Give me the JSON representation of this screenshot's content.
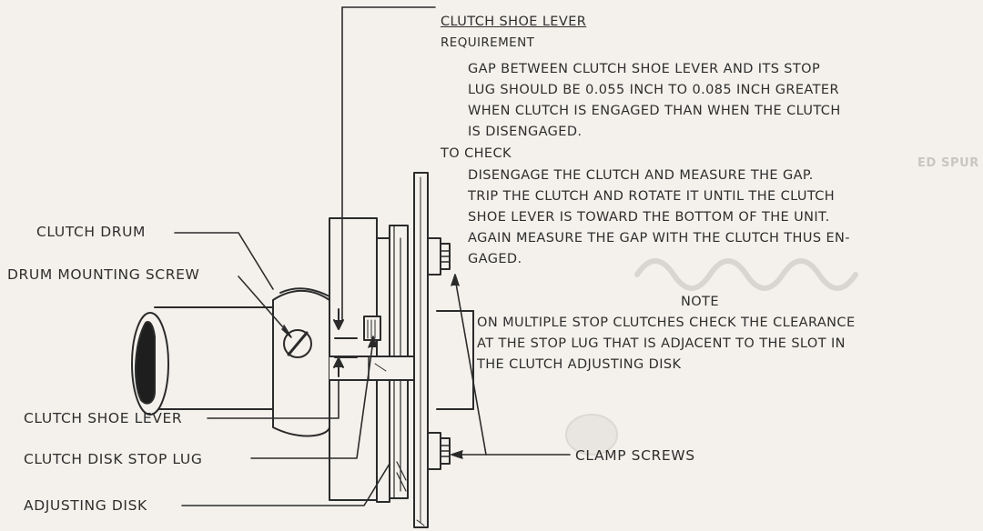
{
  "diagram": {
    "labels": {
      "clutch_drum": "CLUTCH DRUM",
      "drum_mounting_screw": "DRUM MOUNTING SCREW",
      "clutch_shoe_lever": "CLUTCH SHOE LEVER",
      "clutch_disk_stop_lug": "CLUTCH DISK STOP LUG",
      "adjusting_disk": "ADJUSTING DISK",
      "clamp_screws": "CLAMP SCREWS"
    },
    "text_block": {
      "title": "CLUTCH SHOE LEVER",
      "requirement_heading": "REQUIREMENT",
      "requirement_lines": [
        "GAP BETWEEN CLUTCH SHOE LEVER AND ITS STOP",
        "LUG SHOULD BE 0.055 INCH TO 0.085 INCH GREATER",
        "WHEN CLUTCH IS ENGAGED THAN WHEN THE CLUTCH",
        "IS DISENGAGED."
      ],
      "to_check_heading": "TO CHECK",
      "to_check_lines": [
        "DISENGAGE THE CLUTCH AND MEASURE THE GAP.",
        "TRIP THE CLUTCH AND ROTATE IT UNTIL THE CLUTCH",
        "SHOE LEVER IS TOWARD THE BOTTOM OF THE UNIT.",
        "AGAIN MEASURE THE GAP WITH THE CLUTCH THUS EN-",
        "GAGED."
      ],
      "note_heading": "NOTE",
      "note_lines": [
        "ON MULTIPLE STOP CLUTCHES CHECK THE CLEARANCE",
        "AT THE STOP LUG THAT IS ADJACENT TO THE SLOT IN",
        "THE CLUTCH ADJUSTING DISK"
      ]
    },
    "background_text": {
      "spur_gear": "ED SPUR GEAR"
    }
  }
}
